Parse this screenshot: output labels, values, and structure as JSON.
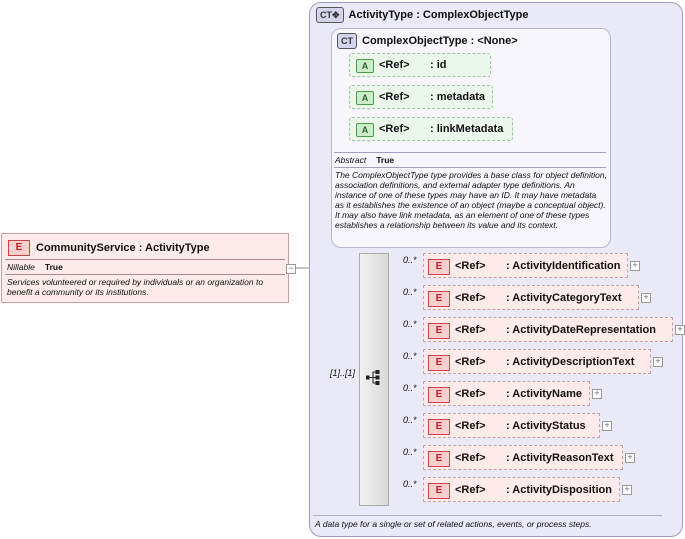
{
  "element": {
    "badge": "E",
    "name": "CommunityService",
    "type": ": ActivityType",
    "prop_label": "Nillable",
    "prop_value": "True",
    "documentation": "Services volunteered or required by individuals or an organization to benefit a community or its institutions."
  },
  "complex_type": {
    "badge": "CT",
    "title": "ActivityType : ComplexObjectType",
    "footer_doc": "A data type for a single or set of related actions, events, or process steps."
  },
  "base_type": {
    "badge": "CT",
    "title": "ComplexObjectType : <None>",
    "attributes": [
      {
        "badge": "A",
        "ref": "<Ref>",
        "name": ": id"
      },
      {
        "badge": "A",
        "ref": "<Ref>",
        "name": ": metadata"
      },
      {
        "badge": "A",
        "ref": "<Ref>",
        "name": ": linkMetadata"
      }
    ],
    "prop_label": "Abstract",
    "prop_value": "True",
    "documentation": "The ComplexObjectType type provides a base class for object definition, association definitions, and external adapter type definitions. An instance of one of these types may have an ID. It may have metadata as it establishes the existence of an object (maybe a conceptual object). It may also have link metadata, as an element of one of these types establishes a relationship between its value and its context."
  },
  "sequence": {
    "cardinality": "[1]..[1]"
  },
  "children": [
    {
      "badge": "E",
      "ref": "<Ref>",
      "name": ": ActivityIdentification",
      "card": "0..*"
    },
    {
      "badge": "E",
      "ref": "<Ref>",
      "name": ": ActivityCategoryText",
      "card": "0..*"
    },
    {
      "badge": "E",
      "ref": "<Ref>",
      "name": ": ActivityDateRepresentation",
      "card": "0..*"
    },
    {
      "badge": "E",
      "ref": "<Ref>",
      "name": ": ActivityDescriptionText",
      "card": "0..*"
    },
    {
      "badge": "E",
      "ref": "<Ref>",
      "name": ": ActivityName",
      "card": "0..*"
    },
    {
      "badge": "E",
      "ref": "<Ref>",
      "name": ": ActivityStatus",
      "card": "0..*"
    },
    {
      "badge": "E",
      "ref": "<Ref>",
      "name": ": ActivityReasonText",
      "card": "0..*"
    },
    {
      "badge": "E",
      "ref": "<Ref>",
      "name": ": ActivityDisposition",
      "card": "0..*"
    }
  ],
  "symbols": {
    "collapse": "−",
    "expand": "+"
  },
  "icons": [
    "sequence-icon",
    "collapse-icon",
    "expand-icon"
  ]
}
